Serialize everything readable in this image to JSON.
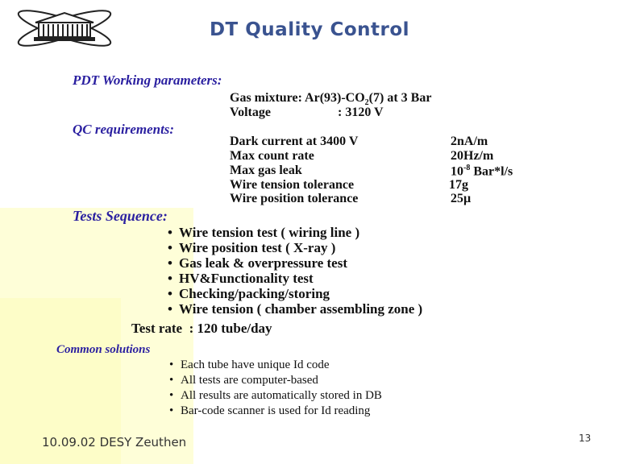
{
  "title": "DT Quality Control",
  "pdt": {
    "heading": "PDT Working parameters:",
    "gas_label": "Gas mixture: Ar(93)-CO",
    "gas_sub": "2",
    "gas_rest": "(7) at 3 Bar",
    "voltage_label": "Voltage",
    "voltage_value": ": 3120 V"
  },
  "qc": {
    "heading": "QC requirements:",
    "rows": [
      {
        "label": "Dark current at 3400 V",
        "value": "2nA/m"
      },
      {
        "label": "Max count rate",
        "value": "20Hz/m"
      },
      {
        "label": "Max gas leak",
        "value_pre": "10",
        "value_sup": "-8",
        "value_post": " Bar*l/s"
      },
      {
        "label": "Wire tension tolerance",
        "value": "17g"
      },
      {
        "label": "Wire position tolerance",
        "value": "25µ"
      }
    ]
  },
  "tests": {
    "heading": "Tests Sequence:",
    "items": [
      "Wire tension test ( wiring line )",
      "Wire position test ( X-ray )",
      "Gas leak & overpressure test",
      "HV&Functionality test",
      "Checking/packing/storing",
      "Wire tension ( chamber assembling zone )"
    ],
    "rate": "Test rate  : 120 tube/day"
  },
  "common": {
    "heading": "Common solutions",
    "items": [
      "Each tube have unique Id code",
      "All tests are computer-based",
      "All results are automatically stored in DB",
      "Bar-code scanner is used for Id reading"
    ]
  },
  "footer": "10.09.02 DESY Zeuthen",
  "page_number": "13",
  "colors": {
    "title": "#3a5390",
    "heading": "#2a1fa0",
    "background_left": "#fefed8"
  }
}
